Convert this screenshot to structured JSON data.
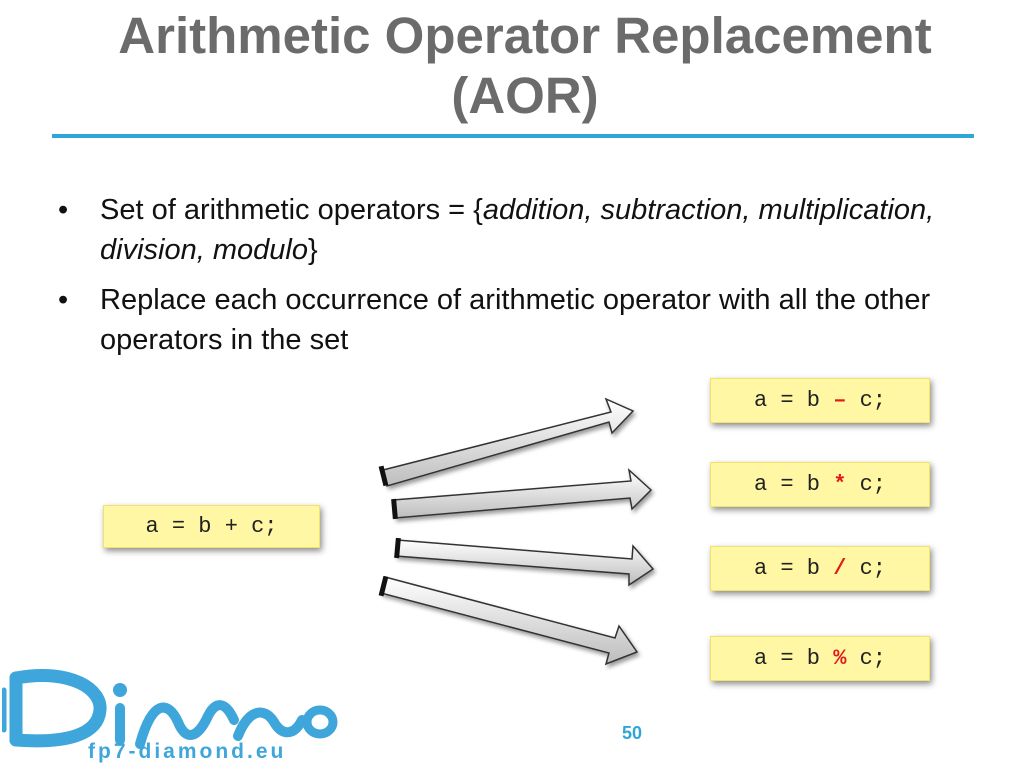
{
  "slide": {
    "title": "Arithmetic Operator Replacement (AOR)",
    "page_number": "50"
  },
  "bullets": [
    {
      "marker": "•",
      "prefix": "Set of arithmetic operators = {",
      "italic": "addition, subtraction, multiplication, division, modulo",
      "suffix": "}"
    },
    {
      "marker": "•",
      "text": "Replace each occurrence of arithmetic operator with all the other operators in the set"
    }
  ],
  "original_statement": "a = b + c;",
  "mutants": [
    {
      "before": "a = b ",
      "operator": "–",
      "after": " c;"
    },
    {
      "before": "a = b ",
      "operator": "*",
      "after": " c;"
    },
    {
      "before": "a = b ",
      "operator": "/",
      "after": " c;"
    },
    {
      "before": "a = b ",
      "operator": "%",
      "after": " c;"
    }
  ],
  "logo": {
    "brand": "DiaMond",
    "url_text": "fp7-diamond.eu"
  },
  "colors": {
    "accent": "#2fa6d8",
    "title": "#6b6b6b",
    "note_fill": "#fff7a3",
    "operator": "#e01b1b"
  }
}
